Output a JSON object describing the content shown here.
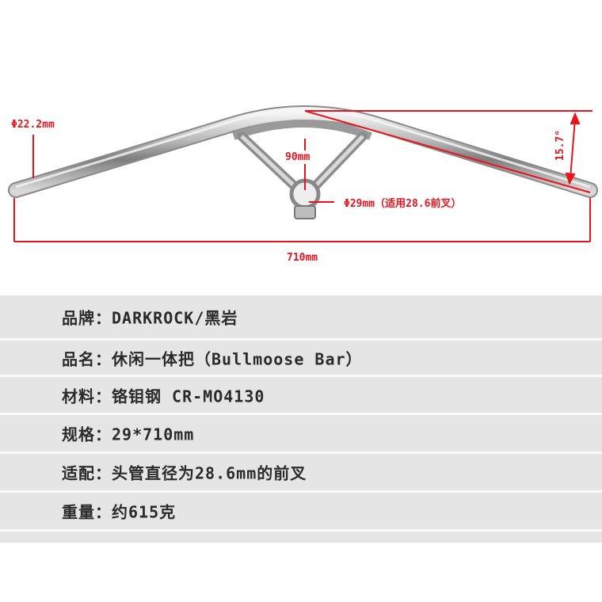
{
  "annotations": {
    "tube_diameter": "Φ22.2mm",
    "rise": "90mm",
    "clamp": "Φ29mm（适用28.6前叉）",
    "width": "710mm",
    "angle": "15.7°"
  },
  "colors": {
    "annotation": "#e8141c",
    "table_bg": "#e6e5e5",
    "text": "#2a2a2a"
  },
  "specs": [
    {
      "text": "品牌：DARKROCK/黑岩"
    },
    {
      "text": "品名：休闲一体把（Bullmoose Bar）"
    },
    {
      "text": "材料：铬钼钢 CR-MO4130"
    },
    {
      "text": "规格：29*710mm"
    },
    {
      "text": "适配：头管直径为28.6mm的前叉"
    },
    {
      "text": "重量：约615克"
    }
  ]
}
